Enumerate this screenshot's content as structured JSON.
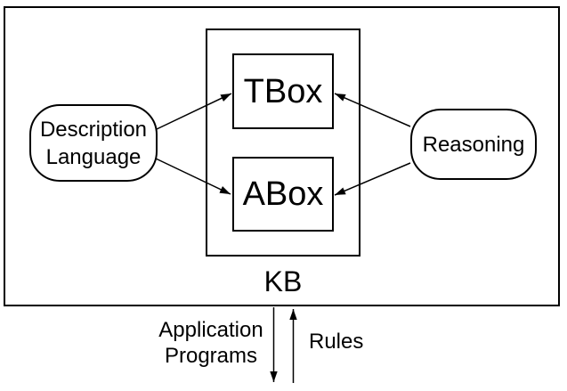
{
  "diagram": {
    "title_context": "Description Logic knowledge base architecture",
    "kb": {
      "label": "KB",
      "tbox_label": "TBox",
      "abox_label": "ABox"
    },
    "description_language": {
      "line1": "Description",
      "line2": "Language"
    },
    "reasoning": {
      "label": "Reasoning"
    },
    "application_programs": {
      "line1": "Application",
      "line2": "Programs"
    },
    "rules": {
      "label": "Rules"
    },
    "colors": {
      "line": "#000000",
      "background": "#ffffff",
      "text": "#000000"
    }
  }
}
